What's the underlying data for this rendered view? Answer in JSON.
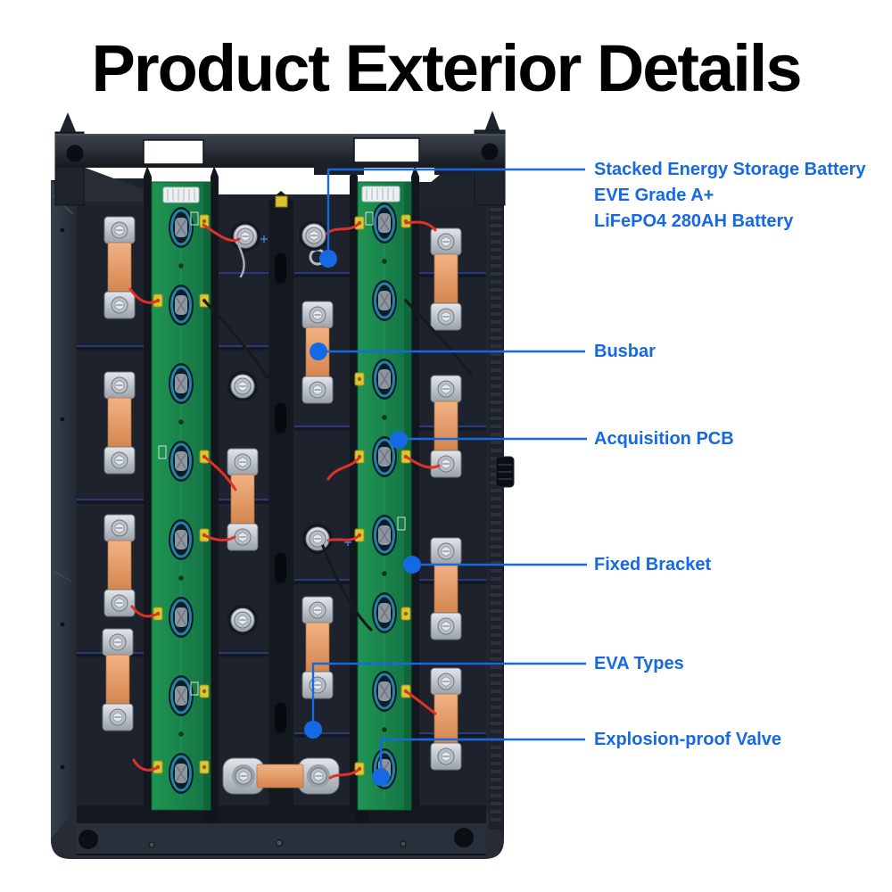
{
  "title": "Product Exterior Details",
  "colors": {
    "accent": "#1569e3",
    "title": "#000000",
    "background": "#ffffff",
    "pcb_green": "#1a8a4c",
    "busbar_orange": "#e8a06a",
    "tray_dark": "#262b35"
  },
  "callouts": [
    {
      "id": "stacked-battery",
      "lines": [
        "Stacked Energy Storage Battery",
        "EVE Grade A+",
        "LiFePO4 280AH Battery"
      ]
    },
    {
      "id": "busbar",
      "lines": [
        "Busbar"
      ]
    },
    {
      "id": "acquisition-pcb",
      "lines": [
        "Acquisition PCB"
      ]
    },
    {
      "id": "fixed-bracket",
      "lines": [
        "Fixed Bracket"
      ]
    },
    {
      "id": "eva-types",
      "lines": [
        "EVA Types"
      ]
    },
    {
      "id": "explosion-proof-valve",
      "lines": [
        "Explosion-proof Valve"
      ]
    }
  ]
}
